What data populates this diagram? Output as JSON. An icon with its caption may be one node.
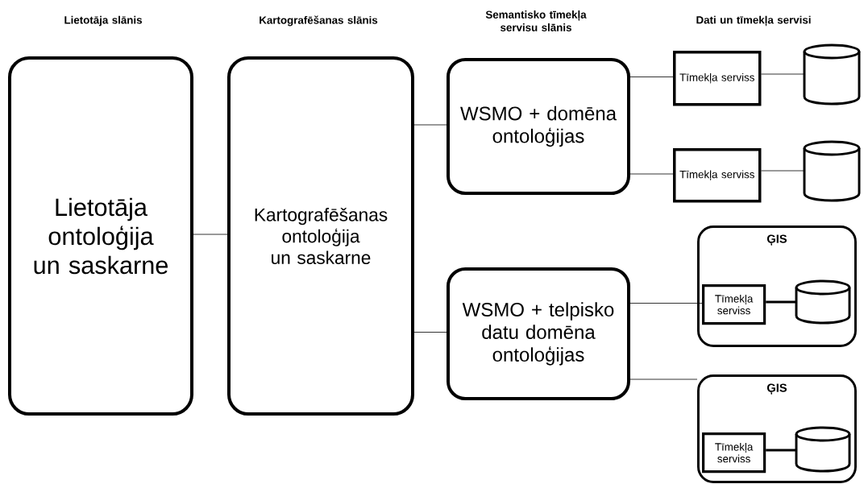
{
  "diagram": {
    "nodes": [
      {
        "text": [
          "Lietotāja ontoloģija un saskarne"
        ]
      },
      {
        "text": [
          "Kartografēšanas ontoloģija un saskarne"
        ]
      },
      {
        "text": [
          "WSMO + domēna ontoloģijas"
        ]
      },
      {
        "text": [
          "WSMO + telpisko datu domēna ontoloģijas"
        ]
      },
      {
        "text": [
          "Tīmekļa serviss"
        ]
      },
      {
        "text": [],
        "shape": "cylinder"
      },
      {
        "text": [
          "Tīmekļa serviss"
        ]
      },
      {
        "text": [],
        "shape": "cylinder"
      },
      {
        "text": [
          "ĢIS"
        ]
      },
      {
        "text": [
          "Tīmekļa serviss"
        ],
        "in": 8
      },
      {
        "text": [],
        "shape": "cylinder",
        "in": 8
      },
      {
        "text": [
          "ĢIS"
        ]
      },
      {
        "text": [
          "Tīmekļa serviss"
        ],
        "in": 11
      },
      {
        "text": [],
        "shape": "cylinder",
        "in": 11
      }
    ],
    "edges": [
      {
        "from": 0,
        "to": 1,
        "arrow": "none"
      },
      {
        "from": 1,
        "to": 2,
        "arrow": "none"
      },
      {
        "from": 1,
        "to": 3,
        "arrow": "none"
      },
      {
        "from": 2,
        "to": 4,
        "arrow": "none"
      },
      {
        "from": 4,
        "to": 5,
        "arrow": "none"
      },
      {
        "from": 2,
        "to": 6,
        "arrow": "none"
      },
      {
        "from": 6,
        "to": 7,
        "arrow": "none"
      },
      {
        "from": 3,
        "to": 9,
        "arrow": "none"
      },
      {
        "from": 3,
        "to": 11,
        "arrow": "none"
      },
      {
        "from": 9,
        "to": 10,
        "arrow": "none",
        "style": "thick"
      },
      {
        "from": 12,
        "to": 13,
        "arrow": "none",
        "style": "thick"
      }
    ],
    "labels": [
      "Lietotāja slānis",
      "Kartografēšanas slānis",
      "Semantisko tīmekļa servisu slānis",
      "Dati un tīmekļa servisi"
    ]
  }
}
